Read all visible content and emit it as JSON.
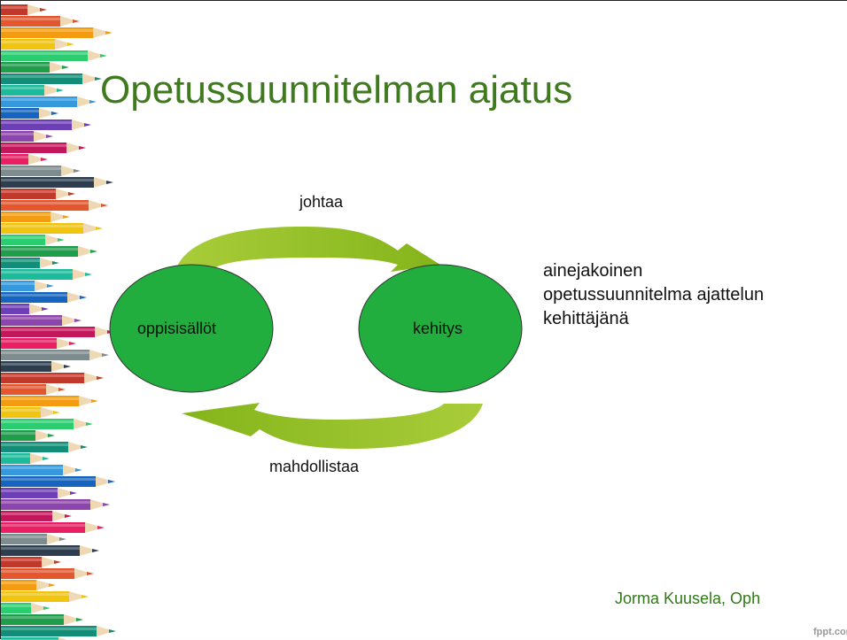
{
  "title": "Opetussuunnitelman ajatus",
  "diagram": {
    "node_left": "oppisisällöt",
    "node_right": "kehitys",
    "arrow_top_label": "johtaa",
    "arrow_bottom_label": "mahdollistaa"
  },
  "side_text": {
    "line1": "ainejakoinen",
    "line2": "opetussuunnitelma ajattelun",
    "line3": "kehittäjänä"
  },
  "author": "Jorma Kuusela, Oph",
  "watermark": "fppt.com",
  "colors": {
    "title": "#3f7a1f",
    "node_fill": "#21ae3e",
    "arrow": "#92c11e",
    "author": "#2f7a15"
  }
}
